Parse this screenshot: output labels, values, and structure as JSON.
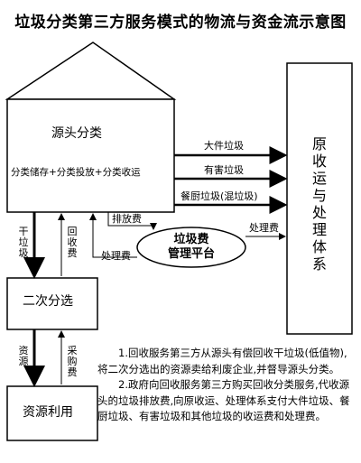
{
  "title": "垃圾分类第三方服务模式的物流与资金流示意图",
  "nodes": {
    "source": "源头分类",
    "source_sub": "分类储存+分类投放+分类收运",
    "processor": "原收运与处理体系",
    "secondary": "二次分选",
    "resource": "资源利用",
    "platform_line1": "垃圾费",
    "platform_line2": "管理平台"
  },
  "edges": {
    "bulky": "大件垃圾",
    "hazardous": "有害垃圾",
    "kitchen": "餐厨垃圾(混垃圾)",
    "discharge_fee": "排放费",
    "treatment_fee_left": "处理费",
    "treatment_fee_right": "处理费",
    "dry_waste": "干垃圾",
    "recycle_fee": "回收费",
    "resources": "资源",
    "purchase_fee": "采购费"
  },
  "notes": [
    "1.回收服务第三方从源头有偿回收干垃圾(低值物),将二次分选出的资源卖给利废企业,并督导源头分类。",
    "2.政府向回收服务第三方购买回收分类服务,代收源头的垃圾排放费,向原收运、处理体系支付大件垃圾、餐厨垃圾、有害垃圾和其他垃圾的收运费和处理费。"
  ]
}
